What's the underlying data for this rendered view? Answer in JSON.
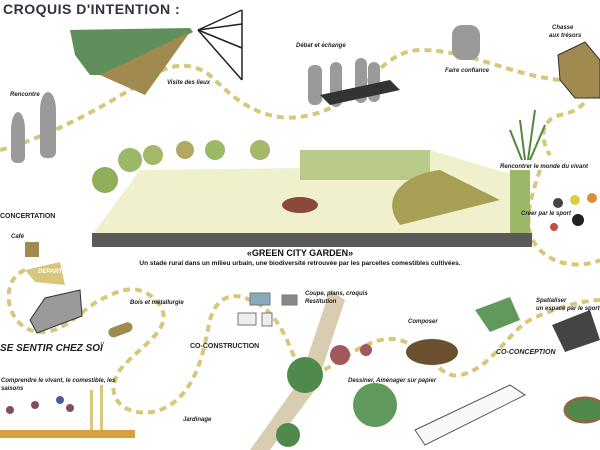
{
  "title": "CROQUIS D'INTENTION :",
  "garden": {
    "title": "«GREEN CITY GARDEN»",
    "subtitle": "Un stade rural dans un milieu urbain, une biodiversité retrouvée par les parcelles comestibles cultivées."
  },
  "steps": {
    "visite": "Visite des lieux",
    "debat": "Débat et échange",
    "confiance": "Faire confiance",
    "chasse1": "Chasse",
    "chasse2": "aux trésors",
    "rencontre": "Rencontre",
    "vivant": "Rencontrer le monde du vivant",
    "cafe": "Café",
    "sport": "Créer par le sport",
    "depart": "DEPART",
    "bois": "Bois et métallurgie",
    "comprendre1": "Comprendre le vivant, le comestible, les",
    "comprendre2": "saisons",
    "jardinage": "Jardinage",
    "coupe1": "Coupe, plans, croquis",
    "coupe2": "Restitution",
    "composer": "Composer",
    "dessiner": "Dessiner, Aménager sur papier",
    "spatialiser1": "Spatialiser",
    "spatialiser2": "un espace par le sport"
  },
  "phases": {
    "concertation": "CONCERTATION",
    "chez_soi": "SE SENTIR CHEZ SOÏ",
    "co_construction": "CO-CONSTRUCTION",
    "co_conception": "CO-CONCEPTION"
  },
  "colors": {
    "path": "#d8c77a",
    "tree": "#5f8f5a",
    "ground": "#5a5a5a",
    "figure": "#9a9a9a"
  }
}
